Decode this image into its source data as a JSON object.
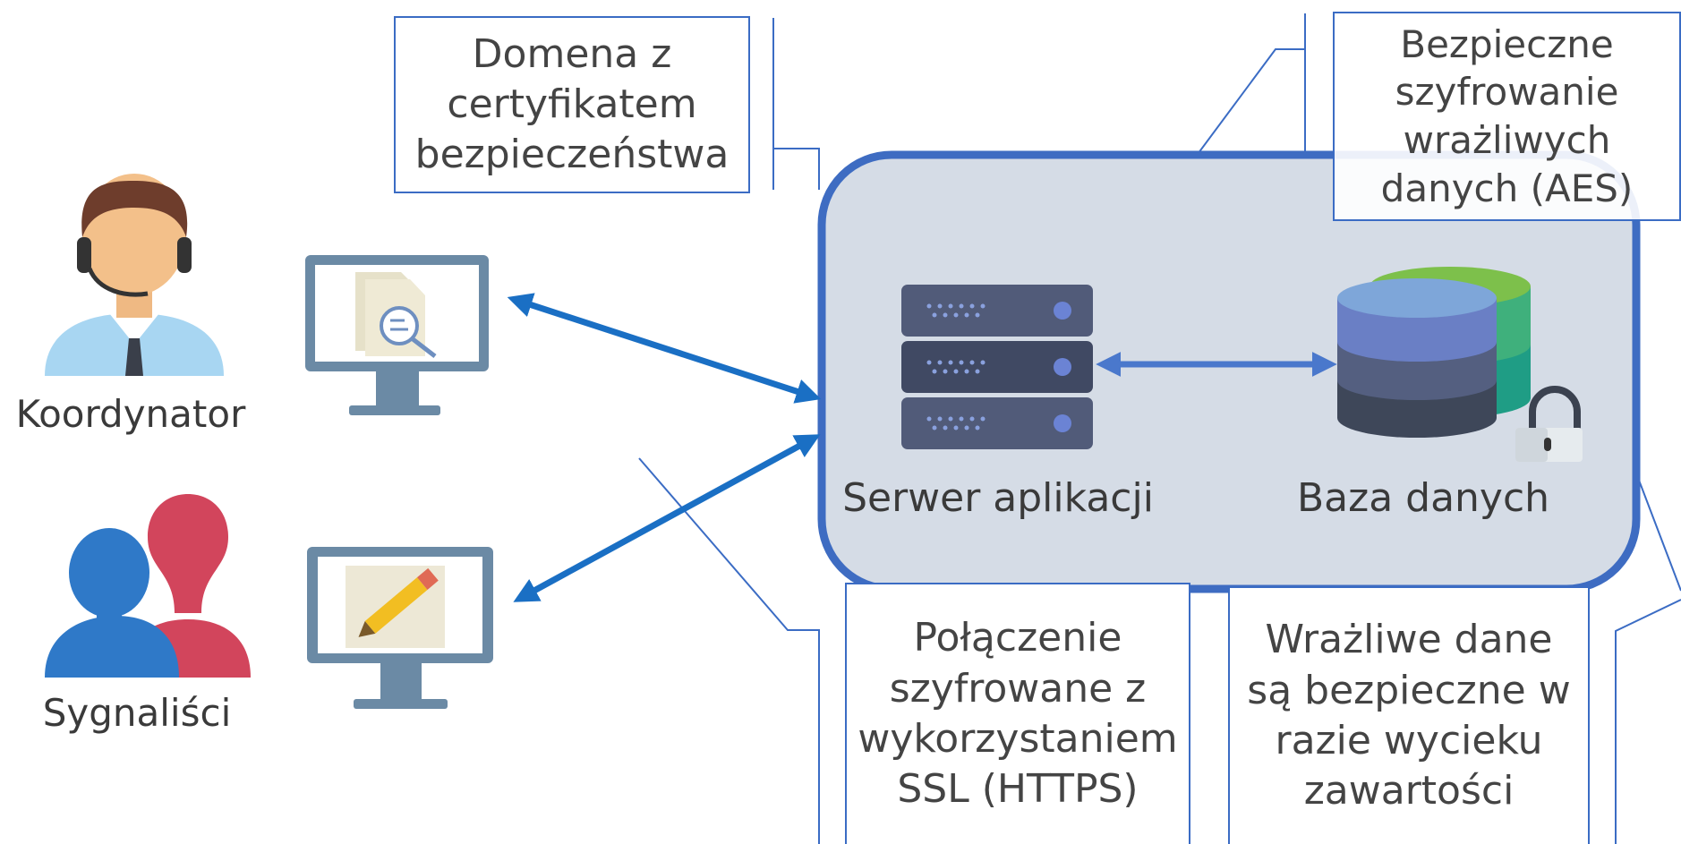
{
  "actors": {
    "coordinator": {
      "label": "Koordynator"
    },
    "whistleblowers": {
      "label": "Sygnaliści"
    }
  },
  "components": {
    "app_server": {
      "label": "Serwer aplikacji"
    },
    "database": {
      "label": "Baza danych"
    }
  },
  "callouts": {
    "domain_certificate": "Domena z\ncertyfikatem\nbezpieczeństwa",
    "aes_encryption": "Bezpieczne\nszyfrowanie\nwrażliwych\ndanych (AES)",
    "ssl_connection": "Połączenie\nszyfrowane z\nwykorzystaniem\nSSL (HTTPS)",
    "data_safe": "Wrażliwe dane\nsą bezpieczne w\nrazie wycieku\nzawartości"
  },
  "colors": {
    "accent": "#1a6fc4",
    "callout_border": "#3b6cc4",
    "zone_fill": "#d5dce6",
    "monitor": "#6b8aa5"
  },
  "icons": {
    "coordinator": "headset-person-icon",
    "whistleblowers": "people-icon",
    "monitor_review": "monitor-document-search-icon",
    "monitor_edit": "monitor-pencil-icon",
    "server": "server-icon",
    "database": "database-icon",
    "lock": "padlock-icon"
  }
}
